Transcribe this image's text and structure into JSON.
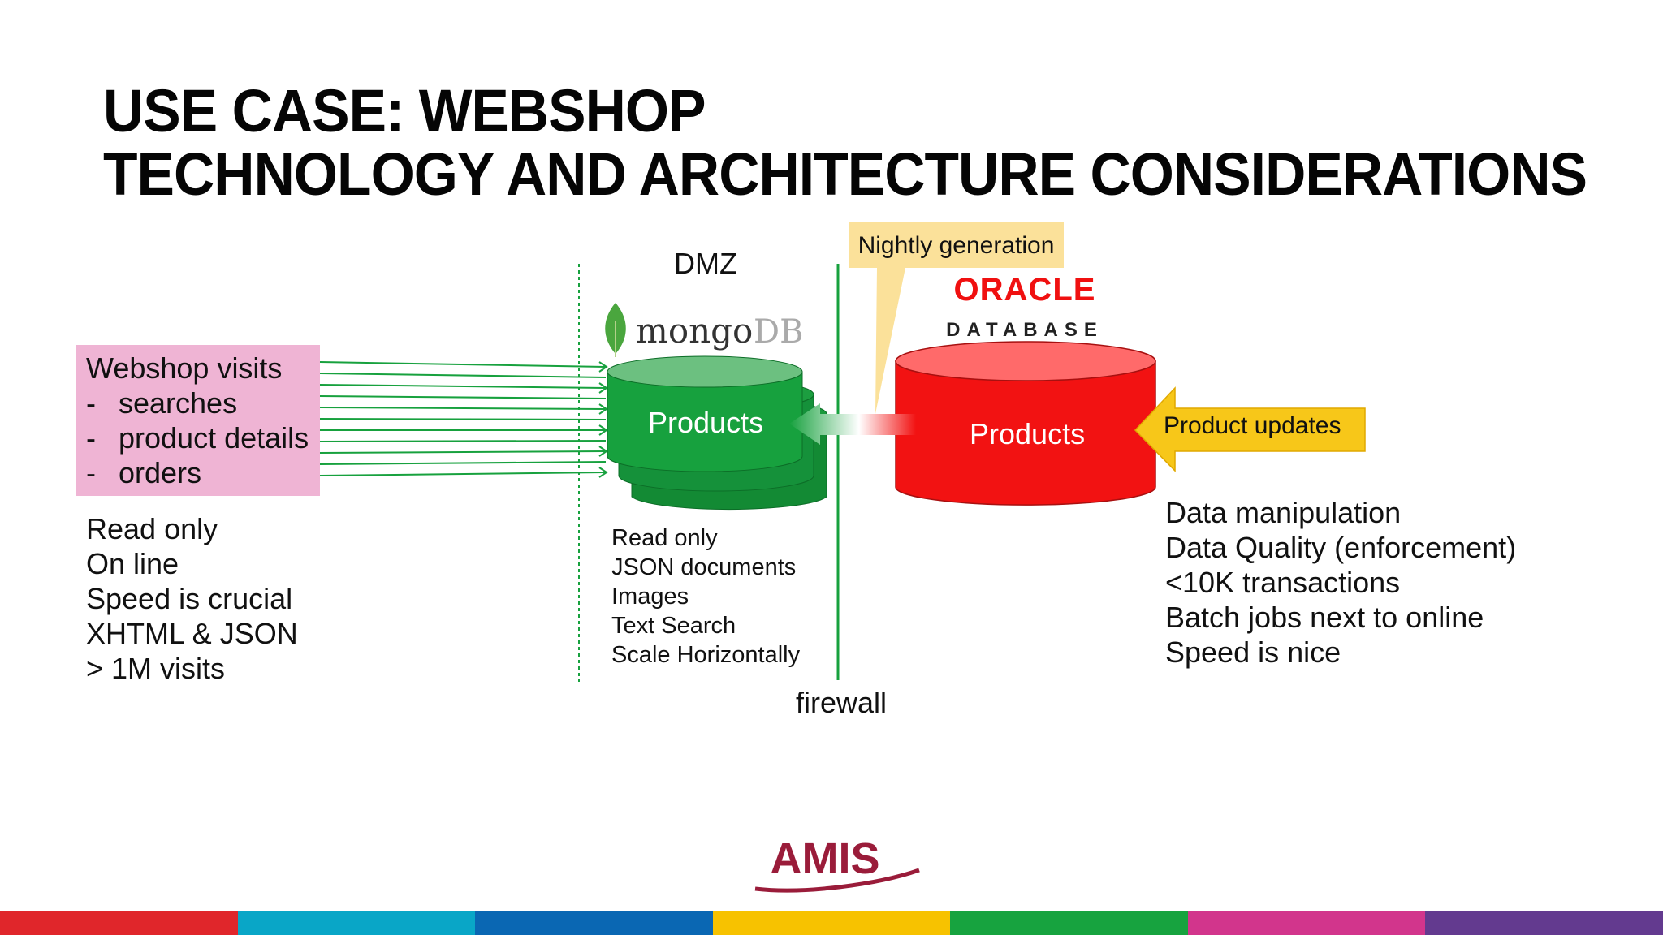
{
  "title": {
    "line1": "USE CASE: WEBSHOP",
    "line2": "TECHNOLOGY AND ARCHITECTURE CONSIDERATIONS"
  },
  "webshop": {
    "heading": "Webshop visits",
    "items": [
      "searches",
      "product details",
      "orders"
    ],
    "bullet": "-",
    "properties": [
      "Read only",
      "On line",
      "Speed is crucial",
      "XHTML & JSON",
      "> 1M visits"
    ]
  },
  "dmz": {
    "label": "DMZ",
    "logo_text": [
      "mongo",
      "DB"
    ],
    "db_label": "Products",
    "properties": [
      "Read only",
      "JSON documents",
      "Images",
      "Text Search",
      "Scale Horizontally"
    ]
  },
  "firewall": {
    "label": "firewall"
  },
  "callout": {
    "label": "Nightly generation"
  },
  "oracle": {
    "logo_text": [
      "ORACLE",
      "DATABASE"
    ],
    "db_label": "Products",
    "update_label": "Product updates",
    "properties": [
      "Data manipulation",
      "Data Quality (enforcement)",
      "<10K transactions",
      "Batch jobs next to online",
      "Speed is nice"
    ]
  },
  "footer": {
    "logo_text": "AMIS",
    "stripe_colors": [
      "#e0262b",
      "#09a6c7",
      "#0a67b3",
      "#f7c200",
      "#17a33f",
      "#d2358c",
      "#633a8f"
    ]
  },
  "colors": {
    "mongo_green": "#17a13e",
    "oracle_red": "#f21212",
    "callout_yellow": "#fbe19a",
    "update_yellow": "#f7c719",
    "pink": "#efb4d4",
    "amis_red": "#9a1c3a"
  }
}
